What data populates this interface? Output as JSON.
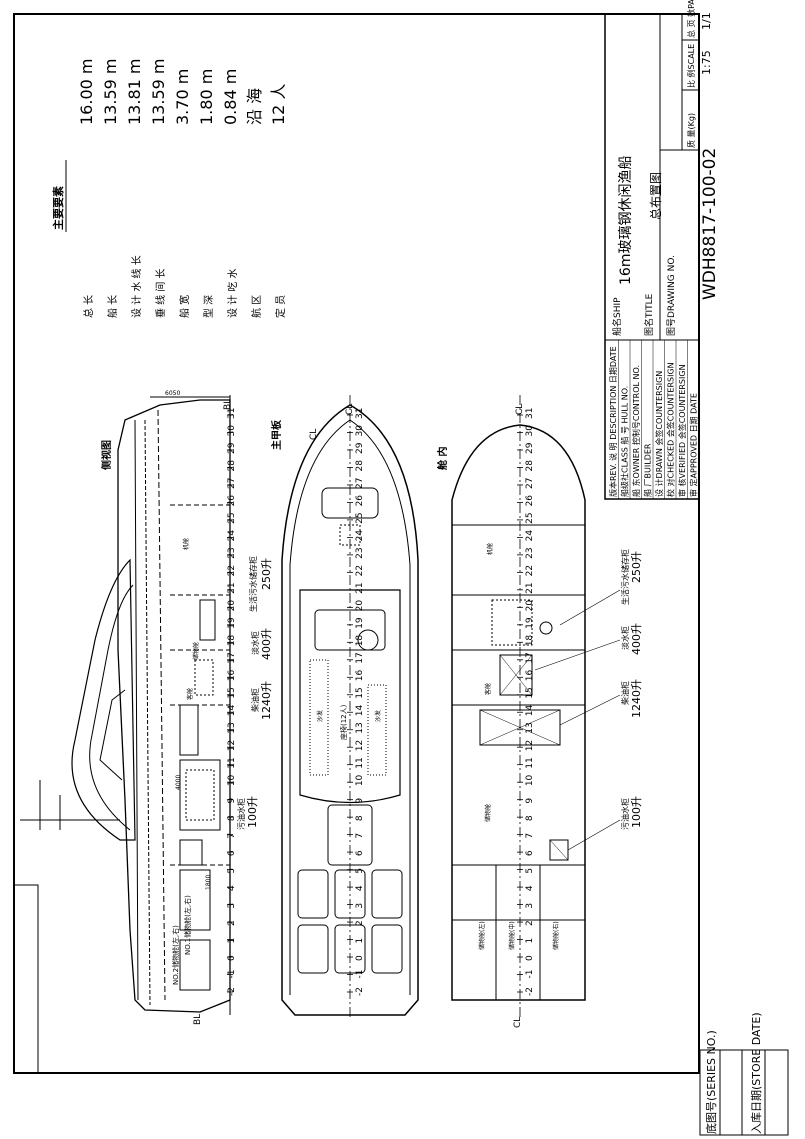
{
  "titleblock": {
    "ship_label": "船名SHIP",
    "ship_name": "16m玻璃钢休闲渔船",
    "title_label": "图名TITLE",
    "title": "总布置图",
    "drawing_no_label": "图号DRAWING NO.",
    "drawing_no": "WDH8817-100-02",
    "mass_label": "质 量(Kg)",
    "scale_label": "比 例SCALE",
    "pages_label": "总 页 数PAGES",
    "scale": "1:75",
    "pages": "1/1",
    "rows": [
      "版本REV.   说  明 DESCRIPTION   日期DATE",
      "船级社CLASS   船  号 HULL NO.",
      "船  东OWNER   控制号CONTROL NO.",
      "船  厂BUILDER",
      "设  计DRAWN   会签COUNTERSIGN",
      "校  对CHECKED   会签COUNTERSIGN",
      "审  核VERIFIED   会签COUNTERSIGN",
      "审  定APPROVED   日期 DATE"
    ]
  },
  "side_strip": {
    "series": "底图号(SERIES NO.)",
    "store": "入库日期(STORE DATE)"
  },
  "particulars": {
    "heading": "主要要素",
    "items": [
      {
        "label": "总      长",
        "value": "16.00 m"
      },
      {
        "label": "船      长",
        "value": "13.59 m"
      },
      {
        "label": "设 计 水 线 长",
        "value": "13.81 m"
      },
      {
        "label": "垂 线 间 长",
        "value": "13.59 m"
      },
      {
        "label": "船      宽",
        "value": "3.70 m"
      },
      {
        "label": "型      深",
        "value": "1.80 m"
      },
      {
        "label": "设 计 吃 水",
        "value": "0.84 m"
      },
      {
        "label": "航      区",
        "value": "沿 海"
      },
      {
        "label": "定      员",
        "value": "12 人"
      }
    ]
  },
  "views": {
    "profile": "侧视图",
    "main_deck": "主甲板",
    "hold": "舱 内",
    "bl": "BL",
    "cl": "CL",
    "frames": [
      "-2",
      "-1",
      "0",
      "1",
      "2",
      "3",
      "4",
      "5",
      "6",
      "7",
      "8",
      "9",
      "10",
      "11",
      "12",
      "13",
      "14",
      "15",
      "16",
      "17",
      "18",
      "19",
      "20",
      "21",
      "22",
      "23",
      "24",
      "25",
      "26",
      "27",
      "28",
      "29",
      "30",
      "31"
    ]
  },
  "annotations": {
    "fresh_water": "生活污水储存柜",
    "fresh_water_vol": "250升",
    "clean_water": "淡水柜",
    "clean_water_vol": "400升",
    "fuel": "柴油柜",
    "fuel_vol": "1240升",
    "bilge": "污油水柜",
    "bilge_vol": "100升",
    "seat_label": "座椅(12人)",
    "engine_room": "机舱",
    "cabin": "客舱",
    "store": "储物舱",
    "no1": "NO.1储物舱(左,右)",
    "no2": "NO.2储物舱(左,右)",
    "tank_left": "储物舱(左)",
    "tank_mid": "储物舱(中)",
    "tank_right": "储物舱(右)",
    "deck_small": "沙发",
    "dim": "6050",
    "dim2": "4000",
    "dim3": "1800"
  }
}
